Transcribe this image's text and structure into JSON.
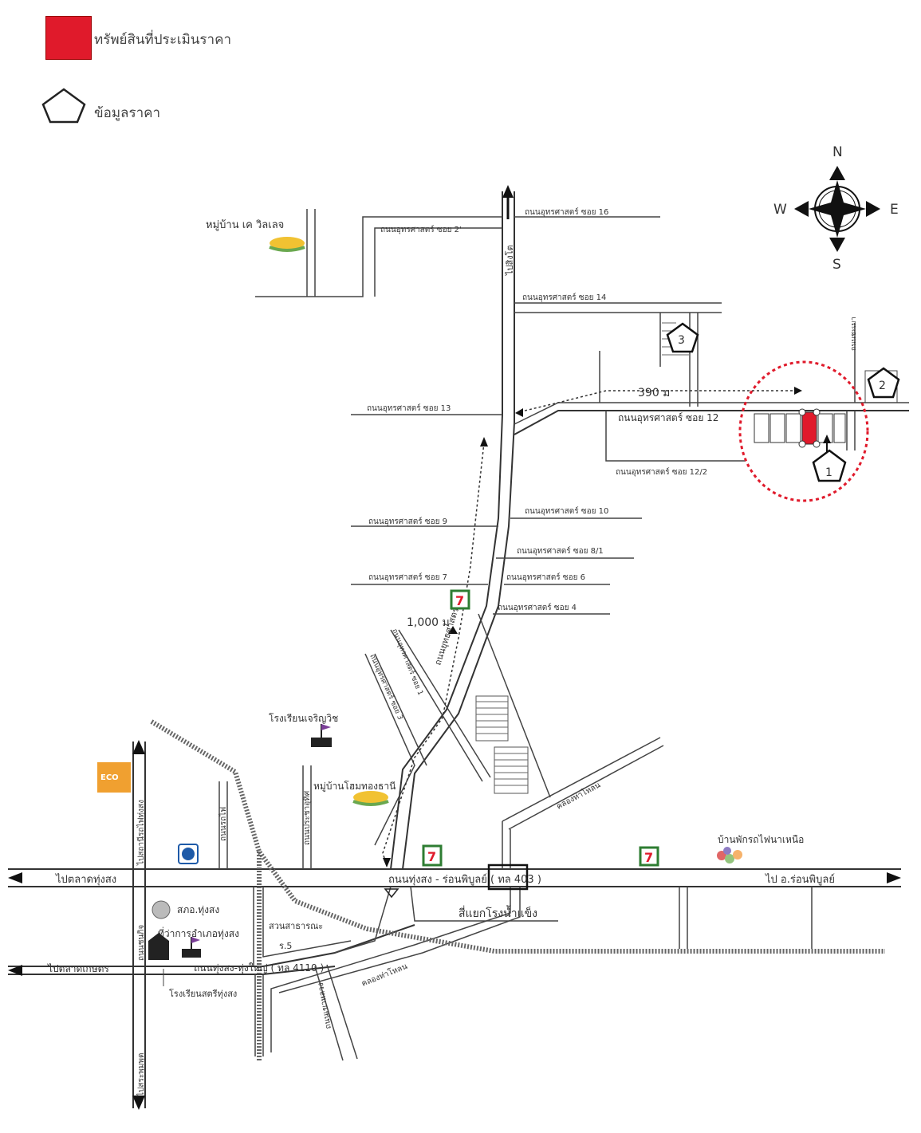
{
  "legend": {
    "subject_label": "ทรัพย์สินที่ประเมินราคา",
    "subject_color": "#e01a2b",
    "comparable_label": "ข้อมูลราคา"
  },
  "compass": {
    "n": "N",
    "s": "S",
    "e": "E",
    "w": "W"
  },
  "roads": {
    "soi16": "ถนนอุทรศาสตร์ ซอย 16",
    "soi2x": "ถนนอุทรศาสตร์ ซอย 2'",
    "soi14": "ถนนอุทรศาสตร์ ซอย 14",
    "soi13": "ถนนอุทรศาสตร์ ซอย 13",
    "soi12": "ถนนอุทรศาสตร์ ซอย 12",
    "soi12_2": "ถนนอุทรศาสตร์ ซอย 12/2",
    "soi10": "ถนนอุทรศาสตร์ ซอย 10",
    "soi9": "ถนนอุทรศาสตร์ ซอย 9",
    "soi8_1": "ถนนอุทรศาสตร์ ซอย 8/1",
    "soi7": "ถนนอุทรศาสตร์ ซอย 7",
    "soi6": "ถนนอุทรศาสตร์ ซอย 6",
    "soi4": "ถนนอุทรศาสตร์ ซอย 4",
    "main_vertical": "ถนนยุทธศาสตร์",
    "north_arrow_road": "ไปสิงโต",
    "hwy403": "ถนนทุ่งสง - ร่อนพิบูลย์ ( ทล 403 )",
    "hwy4110": "ถนนทุ่งสง-ทุ่งใหญ่ ( ทล 4110 )",
    "to_tungsong_market": "ไปตลาดทุ่งสง",
    "to_ron_phibun": "ไป อ.ร่อนพิบูลย์",
    "to_kaset_market": "ไปตลาดเกษตร",
    "rot_fai": "ถนนรถไฟ",
    "prachautit": "ถนนประชาอุทิศ",
    "to_station": "ไปสถานีรถไฟทุ่งสง",
    "chonkitmai_south": "ไปสระพุมพุด",
    "chonkitmai": "ถนนชนกิจ",
    "canal_1": "คลองท่าโหลน",
    "canal_2": "คลองท่าโหลน",
    "shortcut_1": "ถนนอุทรศาสตร์ ซอย 1",
    "shortcut_2": "ถนนอุทรศาสตร์ ซอย 3",
    "soi_right": "ถนนชะเมา",
    "khao_luang": "ถนนเขาหลวง"
  },
  "distances": {
    "d390": "390 ม",
    "d1000": "1,000 ม"
  },
  "places": {
    "k_village": "หมู่บ้าน เค วิลเลจ",
    "charoen_school": "โรงเรียนเจริญวิช",
    "home_village": "หมู่บ้านโฮมทองธานี",
    "ice_junction": "สี่แยกโรงน้ำแข็ง",
    "public_park": "สวนสาธารณะ",
    "park_no": "ร.5",
    "police": "สภอ.ทุ่งสง",
    "district_office": "ที่ว่าการอำเภอทุ่งสง",
    "girls_school": "โรงเรียนสตรีทุ่งสง",
    "train_rest": "บ้านพักรถไฟนาเหนือ",
    "store_logo": "7",
    "mall_logo": "ECO"
  },
  "markers": {
    "m1": "1",
    "m2": "2",
    "m3": "3"
  }
}
